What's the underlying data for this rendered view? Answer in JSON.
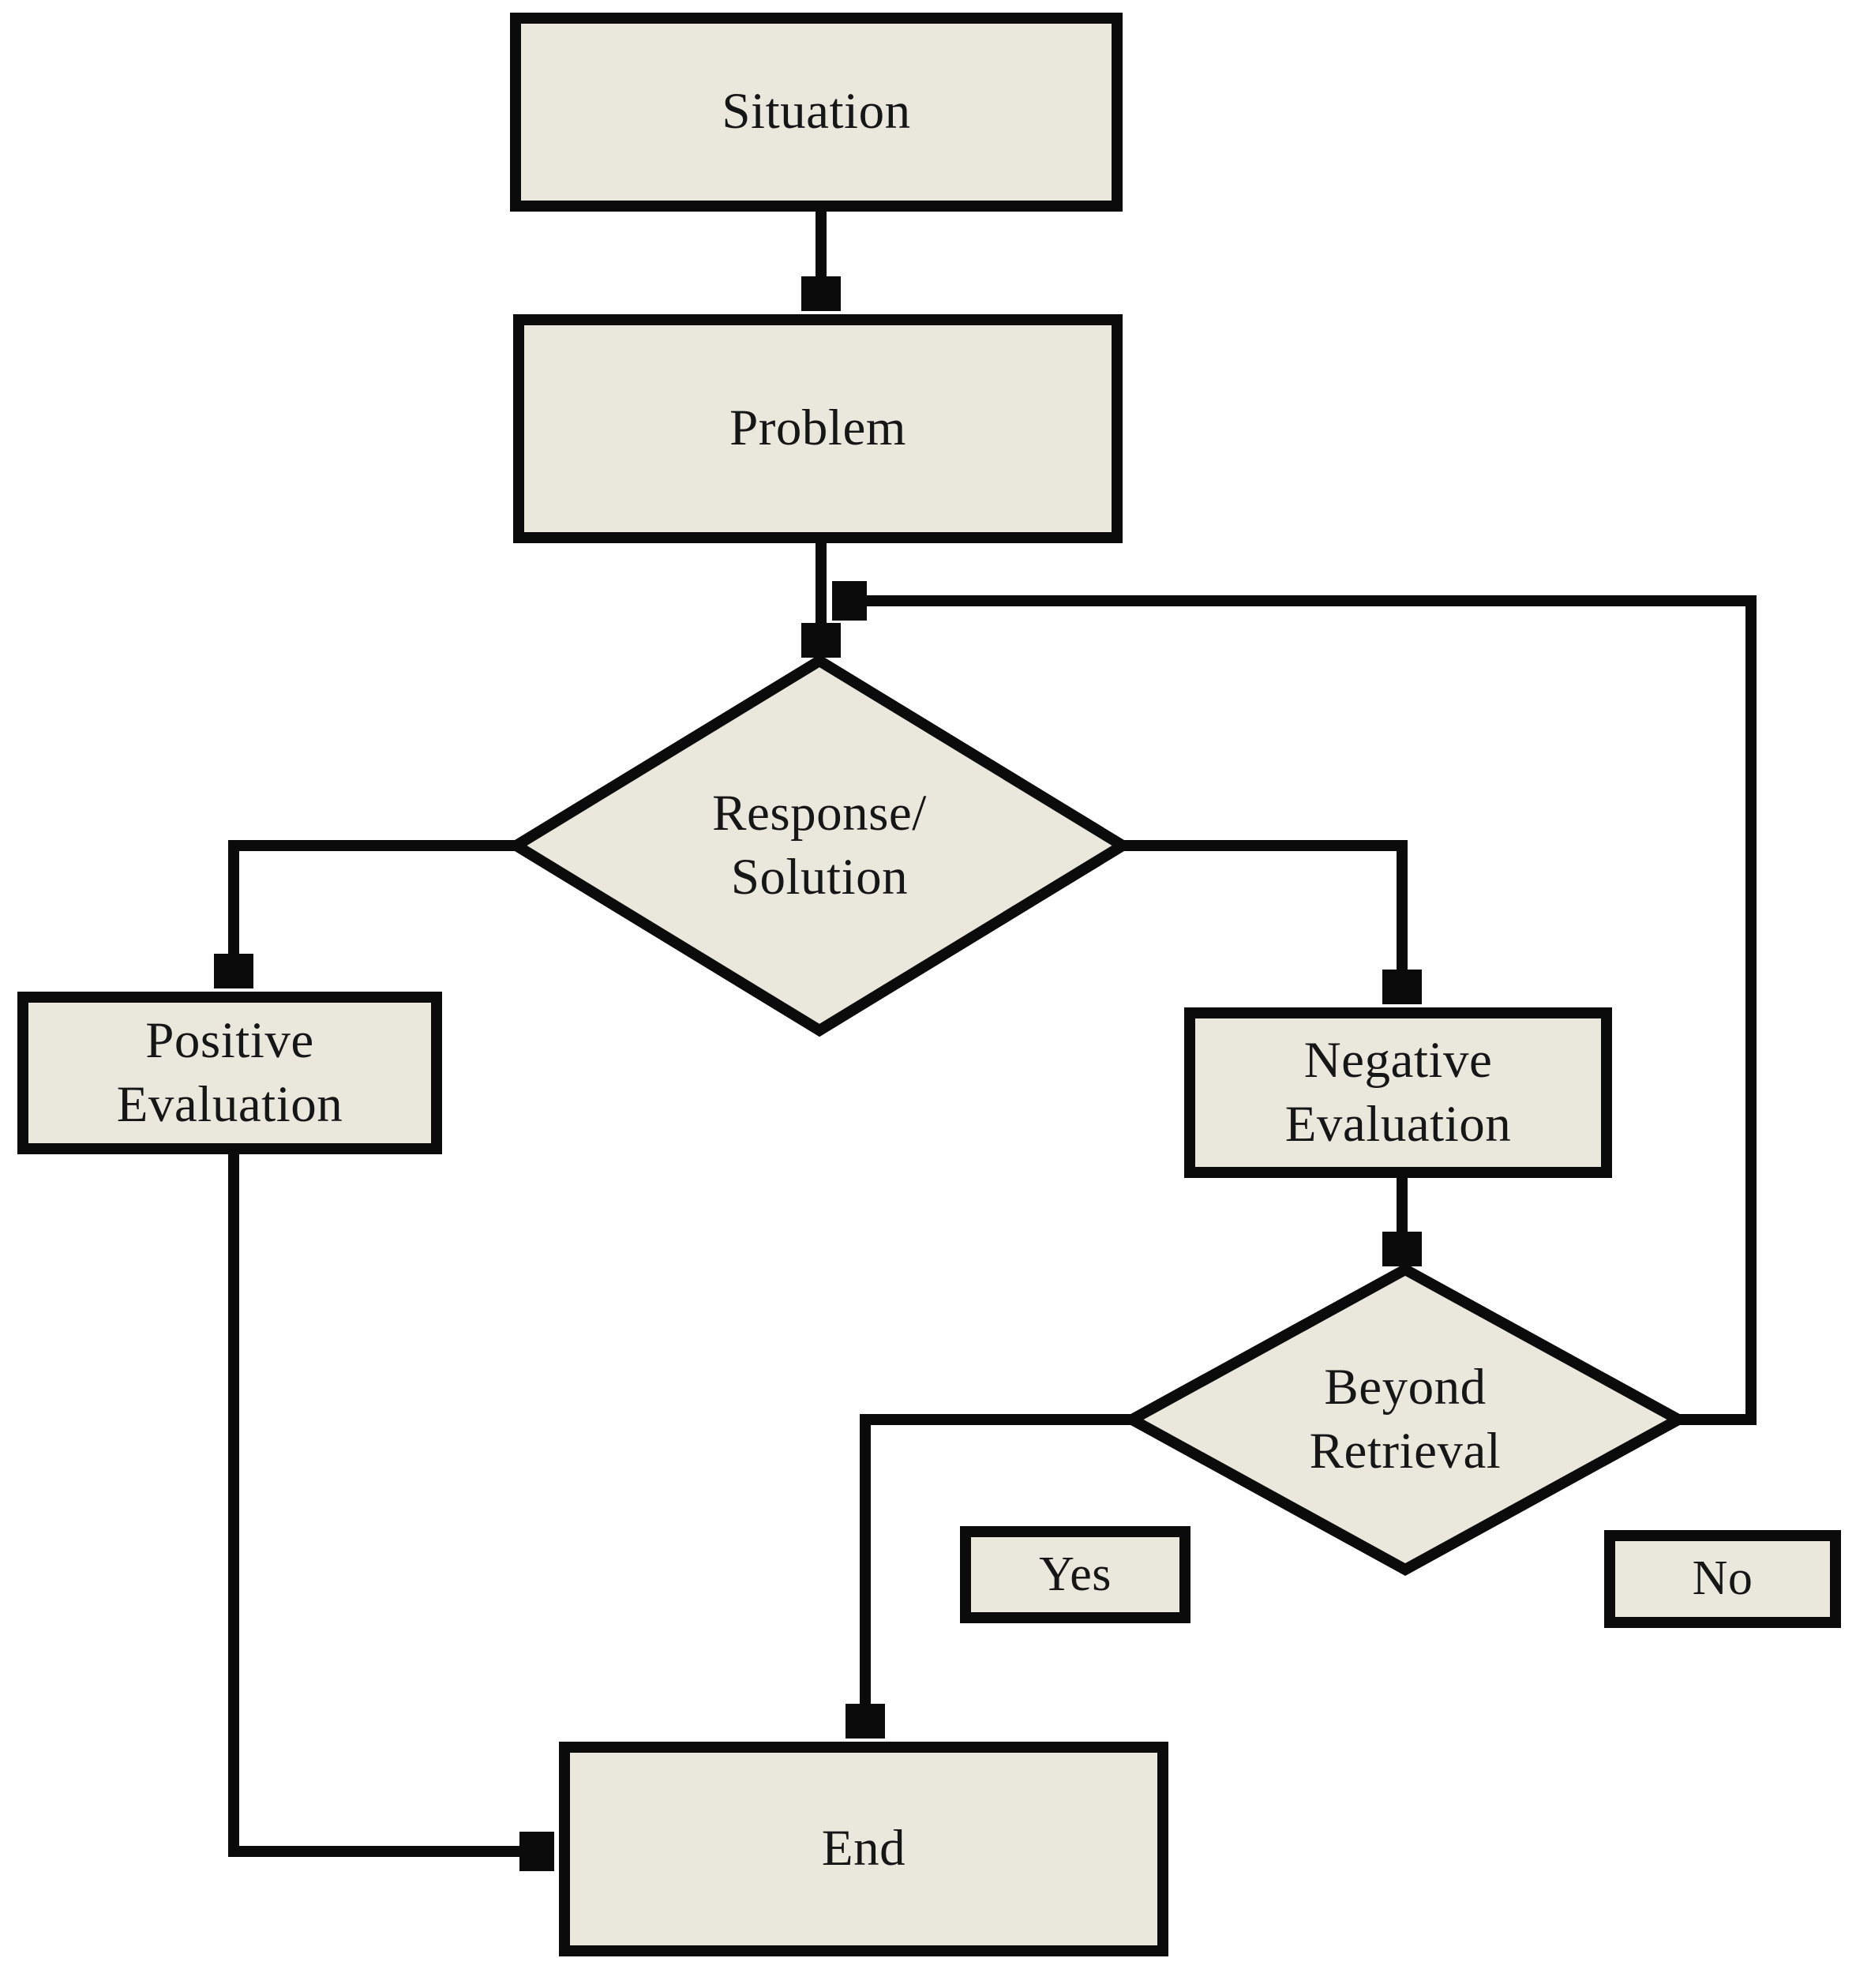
{
  "diagram": {
    "type": "flowchart",
    "background_color": "#ffffff",
    "node_fill_color": "#eae7dc",
    "node_border_color": "#0b0b0b",
    "text_color": "#161616",
    "nodes": {
      "situation": {
        "label": "Situation",
        "shape": "rectangle"
      },
      "problem": {
        "label": "Problem",
        "shape": "rectangle"
      },
      "response_solution": {
        "label": "Response/\nSolution",
        "shape": "diamond"
      },
      "positive_evaluation": {
        "label": "Positive\nEvaluation",
        "shape": "rectangle"
      },
      "negative_evaluation": {
        "label": "Negative\nEvaluation",
        "shape": "rectangle"
      },
      "beyond_retrieval": {
        "label": "Beyond\nRetrieval",
        "shape": "diamond"
      },
      "yes_label": {
        "label": "Yes",
        "shape": "rectangle"
      },
      "no_label": {
        "label": "No",
        "shape": "rectangle"
      },
      "end": {
        "label": "End",
        "shape": "rectangle"
      }
    },
    "edges": [
      {
        "from": "situation",
        "to": "problem"
      },
      {
        "from": "problem",
        "to": "response_solution"
      },
      {
        "from": "response_solution",
        "to": "positive_evaluation"
      },
      {
        "from": "response_solution",
        "to": "negative_evaluation"
      },
      {
        "from": "negative_evaluation",
        "to": "beyond_retrieval"
      },
      {
        "from": "beyond_retrieval",
        "to": "end",
        "branch": "Yes"
      },
      {
        "from": "beyond_retrieval",
        "to": "response_solution",
        "branch": "No",
        "note": "feedback loop re-entering above Response/Solution"
      },
      {
        "from": "positive_evaluation",
        "to": "end"
      }
    ]
  }
}
